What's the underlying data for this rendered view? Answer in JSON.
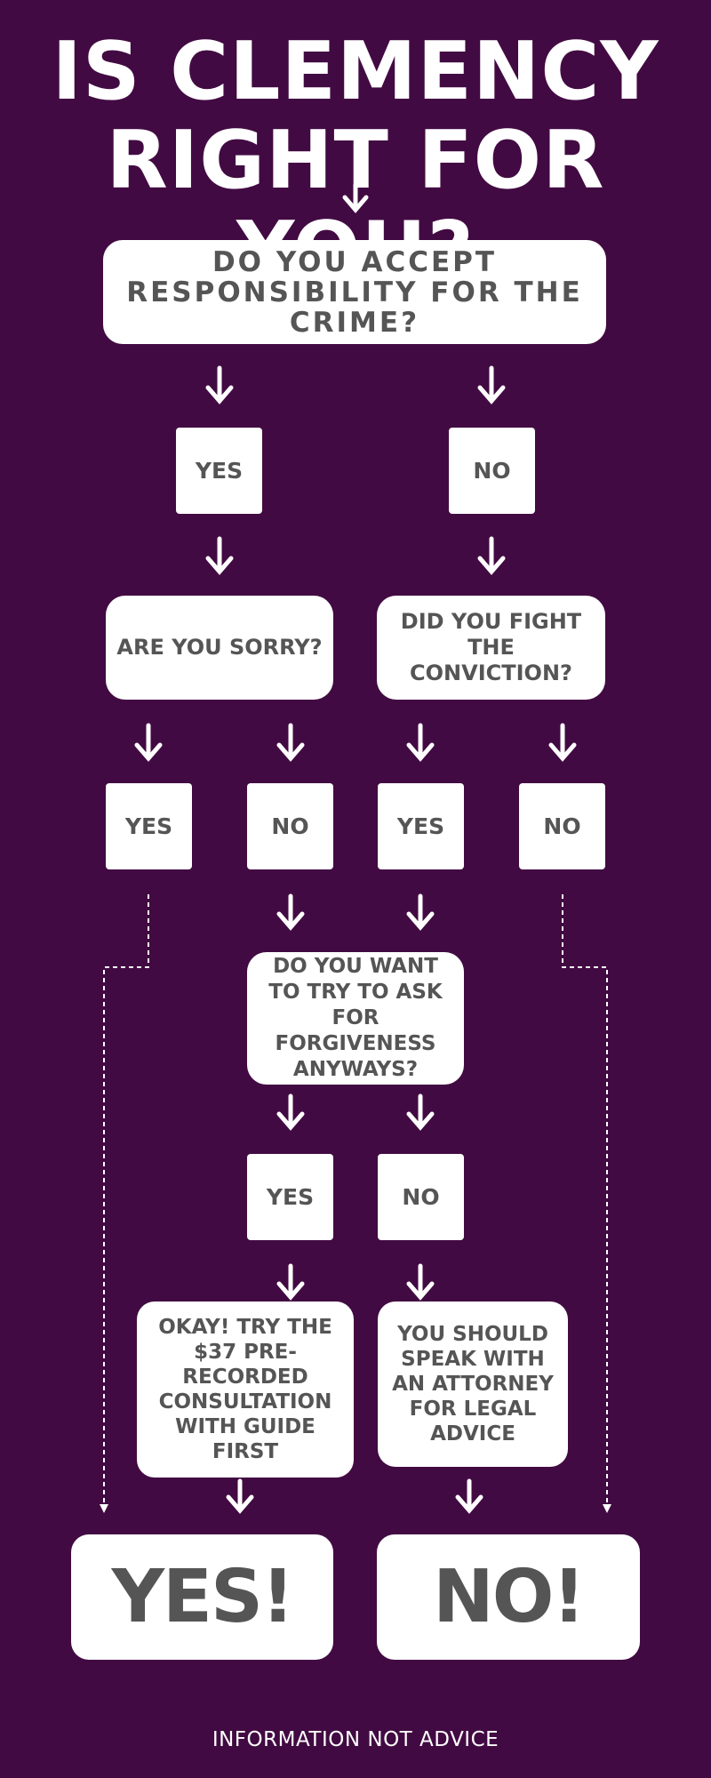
{
  "title": {
    "line1": "IS CLEMENCY",
    "line2": "RIGHT FOR YOU?"
  },
  "q_responsibility": "DO YOU ACCEPT RESPONSIBILITY FOR THE CRIME?",
  "q_sorry": "ARE YOU SORRY?",
  "q_fight": "DID YOU FIGHT THE CONVICTION?",
  "q_forgiveness": "DO YOU WANT TO TRY TO ASK FOR FORGIVENESS ANYWAYS?",
  "labels": {
    "yes": "YES",
    "no": "NO"
  },
  "outcome_consult": "OKAY! TRY THE $37 PRE-RECORDED CONSULTATION WITH GUIDE FIRST",
  "outcome_attorney": "YOU SHOULD SPEAK WITH AN ATTORNEY FOR LEGAL ADVICE",
  "final_yes": "YES!",
  "final_no": "NO!",
  "footer": "INFORMATION NOT ADVICE",
  "colors": {
    "background": "#420a42",
    "box": "#ffffff",
    "box_text": "#555555",
    "arrow": "#ffffff"
  }
}
